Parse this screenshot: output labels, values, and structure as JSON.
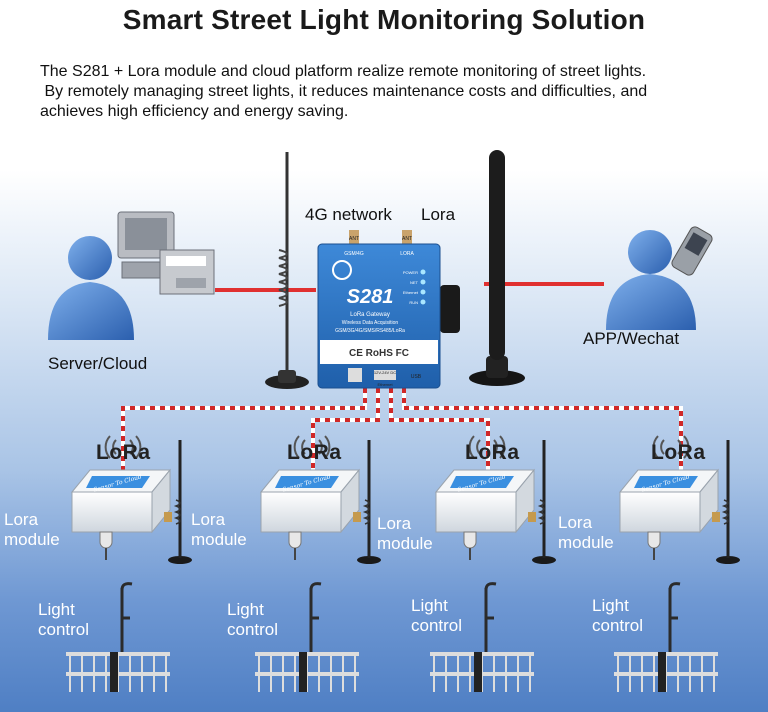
{
  "title": "Smart Street Light Monitoring Solution",
  "intro": [
    "The S281 + Lora module and cloud platform realize remote monitoring of street lights.",
    " By remotely managing street lights, it reduces maintenance costs and difficulties, and",
    "achieves high efficiency and energy saving."
  ],
  "labels": {
    "network_4g": "4G network",
    "lora_top": "Lora",
    "server": "Server/Cloud",
    "app": "APP/Wechat"
  },
  "gateway": {
    "model": "S281",
    "line1": "LoRa Gateway",
    "line2": "Wireless Data Acquisition",
    "line3": "GSM/3G/4G/SMS/RS485/LoRa",
    "certs": "CE RoHS FC",
    "port_ant1": "ANT",
    "port_ant2": "ANT",
    "port_gsm": "GSM/4G",
    "port_lora": "LORA",
    "led_power": "POWER",
    "led_net": "NET",
    "led_ethernet": "Ethernet",
    "led_run": "RUN",
    "bottom_left": "Ethernet",
    "bottom_mid": "12V-24V DC",
    "bottom_right": "USB"
  },
  "nodes": [
    {
      "badge": "LoRa",
      "module_line1": "Lora",
      "module_line2": "module",
      "sticker": "Sensor To Cloud",
      "light_line1": "Light",
      "light_line2": "control"
    },
    {
      "badge": "LoRa",
      "module_line1": "Lora",
      "module_line2": "module",
      "sticker": "Sensor To Cloud",
      "light_line1": "Light",
      "light_line2": "control"
    },
    {
      "badge": "LoRa",
      "module_line1": "Lora",
      "module_line2": "module",
      "sticker": "Sensor To Cloud",
      "light_line1": "Light",
      "light_line2": "control"
    },
    {
      "badge": "LoRa",
      "module_line1": "Lora",
      "module_line2": "module",
      "sticker": "Sensor To Cloud",
      "light_line1": "Light",
      "light_line2": "control"
    }
  ],
  "colors": {
    "link_red": "#e03030",
    "gateway_blue": "#2a73c8",
    "person_blue": "#3a72c4",
    "sky_dark": "#4f7fc4"
  }
}
